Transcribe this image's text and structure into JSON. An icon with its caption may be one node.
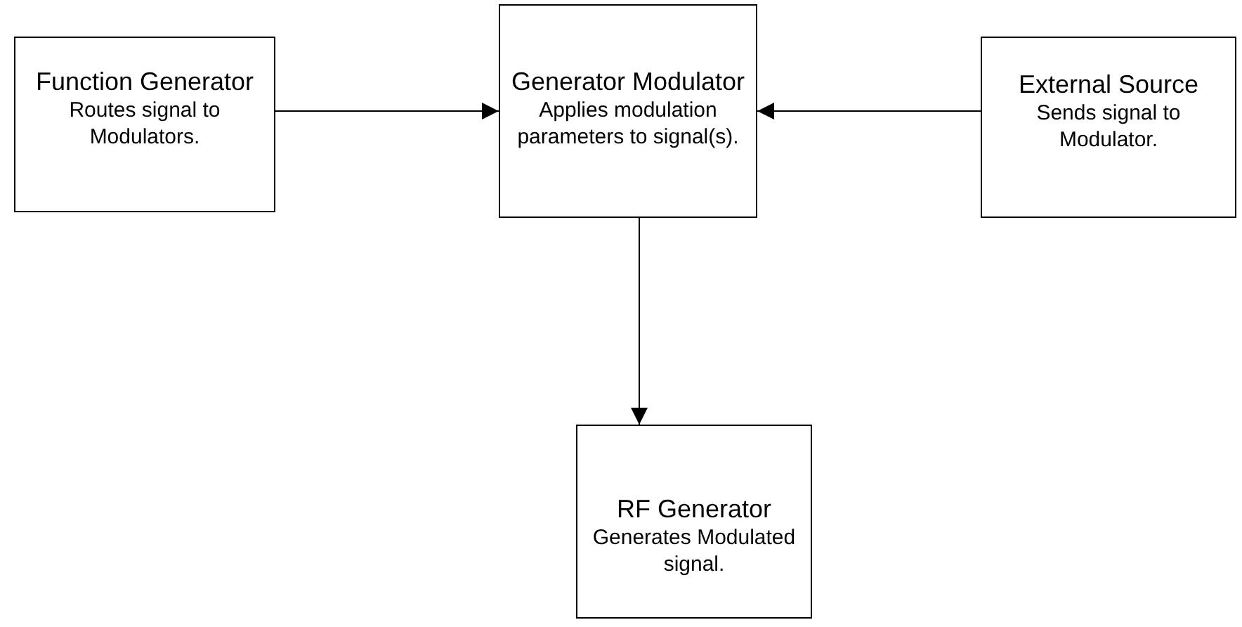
{
  "diagram": {
    "nodes": [
      {
        "text": [
          "Function Generator",
          "Routes signal to Modulators."
        ]
      },
      {
        "text": [
          "Generator Modulator",
          "Applies modulation parameters to signal(s)."
        ]
      },
      {
        "text": [
          "External Source",
          "Sends signal to Modulator."
        ]
      },
      {
        "text": [
          "RF Generator",
          "Generates Modulated signal."
        ]
      }
    ],
    "edges": [
      {
        "from": 0,
        "to": 1,
        "arrow": "to"
      },
      {
        "from": 2,
        "to": 1,
        "arrow": "to"
      },
      {
        "from": 1,
        "to": 3,
        "arrow": "to"
      }
    ]
  }
}
